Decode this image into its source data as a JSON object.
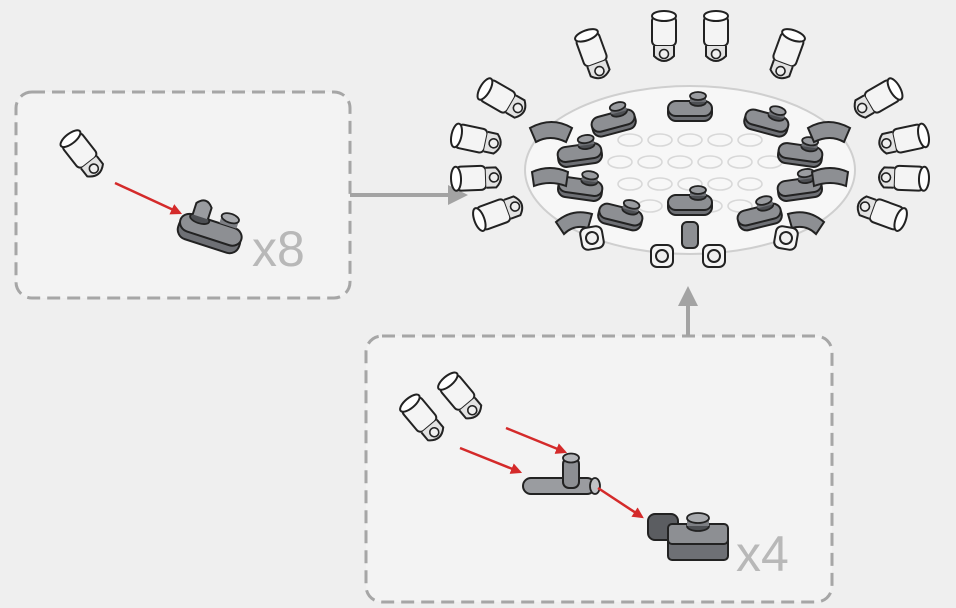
{
  "steps": [
    {
      "multiplier": "x8"
    },
    {
      "multiplier": "x4"
    }
  ],
  "colors": {
    "background": "#efefef",
    "callout_border": "#a6a6a6",
    "callout_fill": "#f3f3f3",
    "flow_arrow": "#a3a3a3",
    "insert_arrow": "#d42a2a",
    "part_white": "#f4f4f4",
    "part_gray": "#8d8f93",
    "part_dark": "#4d4f53",
    "outline": "#222222"
  },
  "icons": [
    "robot-arm-clip-piece",
    "plate-with-clip",
    "technic-t-connector",
    "plate-with-bar",
    "round-base-plate"
  ]
}
